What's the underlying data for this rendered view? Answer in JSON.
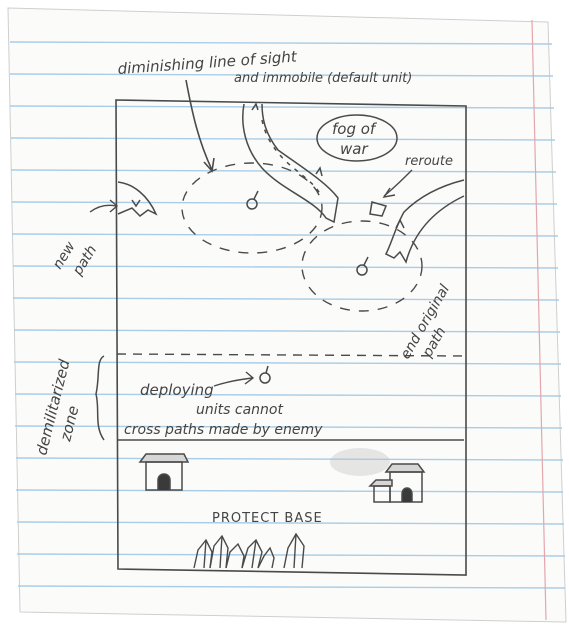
{
  "palette": {
    "paper": "#fbfbf9",
    "rule_line": "#a9cde6",
    "margin_line": "#e3a6ad",
    "pencil": "#4a4a4a"
  },
  "annotations": {
    "diminishing_line_1": "diminishing line of sight",
    "diminishing_line_2": "and immobile (default unit)",
    "fog_of_war_1": "fog of",
    "fog_of_war_2": "war",
    "reroute": "reroute",
    "new_path_1": "new",
    "new_path_2": "path",
    "end_original_path_1": "end original",
    "end_original_path_2": "path",
    "demilitarized_1": "demilitarized",
    "demilitarized_2": "zone",
    "deploying": "deploying",
    "units_cannot_1": "units cannot",
    "units_cannot_2": "cross paths made by enemy",
    "protect_base": "PROTECT BASE"
  },
  "icons": {
    "unit": "unit-marker-icon",
    "base_building": "hut-icon",
    "crystals": "crystal-cluster-icon"
  }
}
